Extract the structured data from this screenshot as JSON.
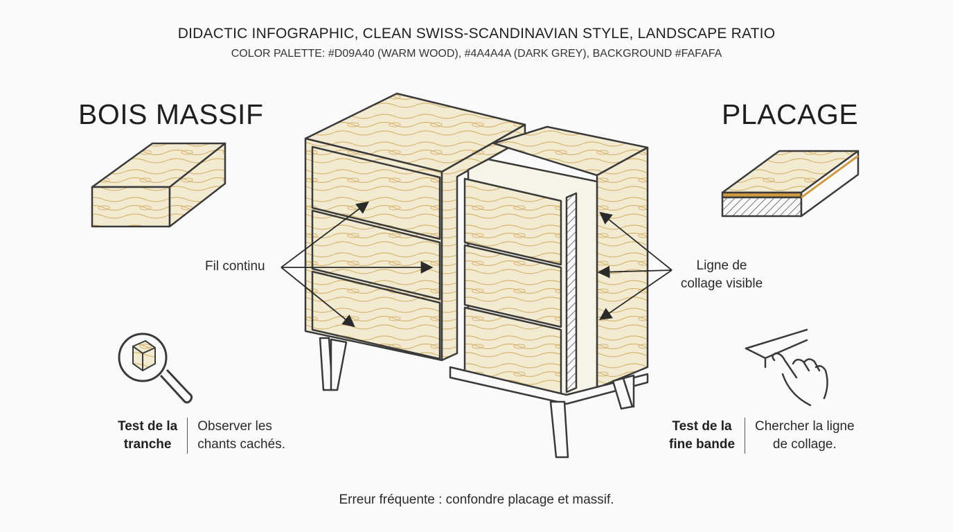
{
  "header": {
    "title": "DIDACTIC INFOGRAPHIC, CLEAN SWISS-SCANDINAVIAN STYLE, LANDSCAPE RATIO",
    "subtitle": "COLOR PALETTE: #D09A40 (WARM WOOD), #4A4A4A (DARK GREY), BACKGROUND #FAFAFA"
  },
  "left_section": {
    "title": "BOIS MASSIF"
  },
  "right_section": {
    "title": "PLACAGE"
  },
  "callouts": {
    "left": "Fil continu",
    "right_line1": "Ligne de",
    "right_line2": "collage visible"
  },
  "tests": {
    "left": {
      "label_line1": "Test de la",
      "label_line2": "tranche",
      "desc_line1": "Observer les",
      "desc_line2": "chants cachés."
    },
    "right": {
      "label_line1": "Test de la",
      "label_line2": "fine bande",
      "desc_line1": "Chercher la ligne",
      "desc_line2": "de collage."
    }
  },
  "footer": "Erreur fréquente : confondre placage et massif.",
  "colors": {
    "warm_wood": "#D09A40",
    "dark_grey": "#4A4A4A",
    "background": "#FAFAFA",
    "wood_fill": "#F2EBD2"
  },
  "icons": {
    "magnifier": "magnifier-icon",
    "finger": "finger-touch-icon"
  }
}
